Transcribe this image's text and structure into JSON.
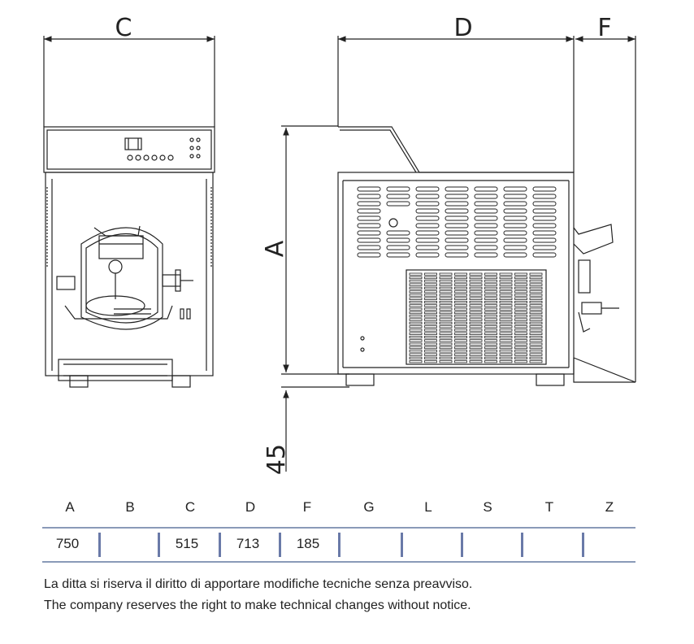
{
  "dimension_labels": {
    "a": "A",
    "c": "C",
    "d": "D",
    "f": "F",
    "height_offset": "45"
  },
  "table": {
    "headers": [
      "A",
      "B",
      "C",
      "D",
      "F",
      "G",
      "L",
      "S",
      "T",
      "Z"
    ],
    "values": [
      "750",
      "",
      "515",
      "713",
      "185",
      "",
      "",
      "",
      "",
      ""
    ]
  },
  "notes": {
    "italian": "La ditta si riserva il diritto di apportare modifiche tecniche senza preavviso.",
    "english": "The company reserves the right to make technical changes without notice."
  },
  "colors": {
    "line": "#222222",
    "table_rule": "#8a9ab8"
  }
}
